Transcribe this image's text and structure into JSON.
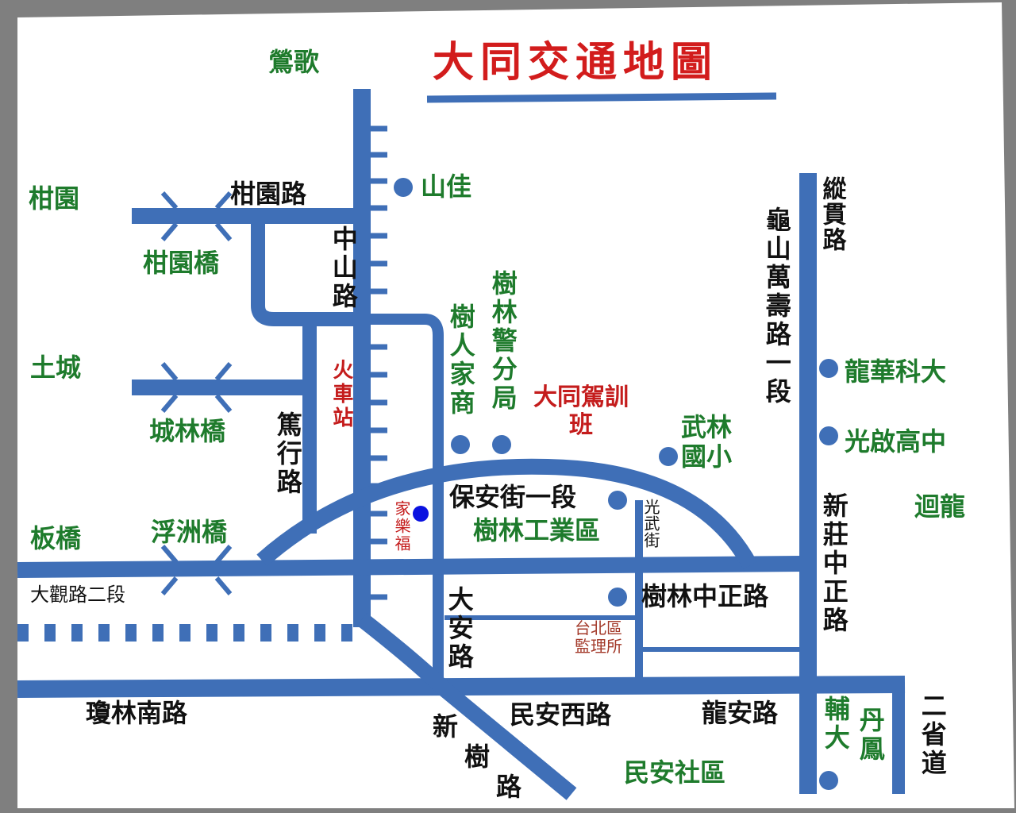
{
  "title": "大同交通地圖",
  "colors": {
    "road": "#3f6fb7",
    "background": "#ffffff",
    "road_label": "#111111",
    "place_label": "#1e7b2c",
    "highlight": "#c41c1c",
    "office_label": "#a33a2a",
    "marker": "#0a12e0"
  },
  "labels": {
    "yingge": "鶯歌",
    "ganyuan": "柑園",
    "ganyuan_road": "柑園路",
    "ganyuan_bridge": "柑園橋",
    "zhongshan_road": "中山路",
    "shanjia": "山佳",
    "tucheng": "土城",
    "chenglin_bridge": "城林橋",
    "duxing_road": "篤行路",
    "train_station": "火車站",
    "banqiao": "板橋",
    "fuzhou_bridge": "浮洲橋",
    "daguan_road": "大觀路二段",
    "qionglin_south_road": "瓊林南路",
    "jialefu": "家樂福",
    "shuren_vocational": "樹人家商",
    "shulin_police": "樹林警分局",
    "datong_driving_school": "大同駕訓班",
    "wulin_elementary": "武林國小",
    "baoan_street": "保安街一段",
    "shulin_industrial": "樹林工業區",
    "guangwu_street": "光武街",
    "shulin_zhongzheng_road": "樹林中正路",
    "taipei_mvo": "台北區監理所",
    "daan_road": "大安路",
    "minan_west_road": "民安西路",
    "longan_road": "龍安路",
    "xinshu_road": "新樹路",
    "minan_community": "民安社區",
    "guishan_wanshou_road": "龜山萬壽路一段",
    "zongguan_road": "縱貫路",
    "lunghwa_university": "龍華科大",
    "guangqi_high": "光啟高中",
    "huilong": "迴龍",
    "xinzhuang_zhongzheng_road": "新莊中正路",
    "fuda": "輔大",
    "danfeng": "丹鳳",
    "provincial_highway_2": "二省道"
  }
}
